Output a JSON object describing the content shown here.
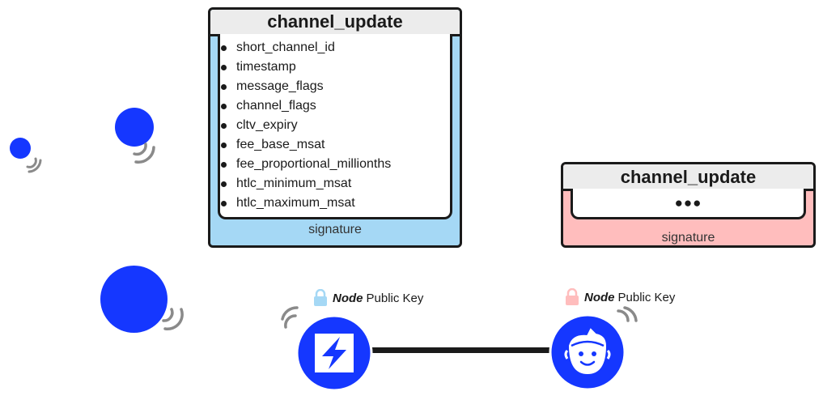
{
  "left_card": {
    "title": "channel_update",
    "fields": [
      "short_channel_id",
      "timestamp",
      "message_flags",
      "channel_flags",
      "cltv_expiry",
      "fee_base_msat",
      "fee_proportional_millionths",
      "htlc_minimum_msat",
      "htlc_maximum_msat"
    ],
    "signature": "signature",
    "color": "#a5d8f5"
  },
  "right_card": {
    "title": "channel_update",
    "ellipsis": "●●●",
    "signature": "signature",
    "color": "#ffbdbd"
  },
  "left_node": {
    "key_label_node": "Node",
    "key_label_rest": "Public Key",
    "lock_color": "#a5d8f5",
    "icon": "lightning-logo-icon"
  },
  "right_node": {
    "key_label_node": "Node",
    "key_label_rest": "Public Key",
    "lock_color": "#ffbdbd",
    "icon": "smiling-face-icon"
  },
  "colors": {
    "node_blue": "#1537ff",
    "signal": "#8a8a8a",
    "line": "#1a1a1a"
  }
}
